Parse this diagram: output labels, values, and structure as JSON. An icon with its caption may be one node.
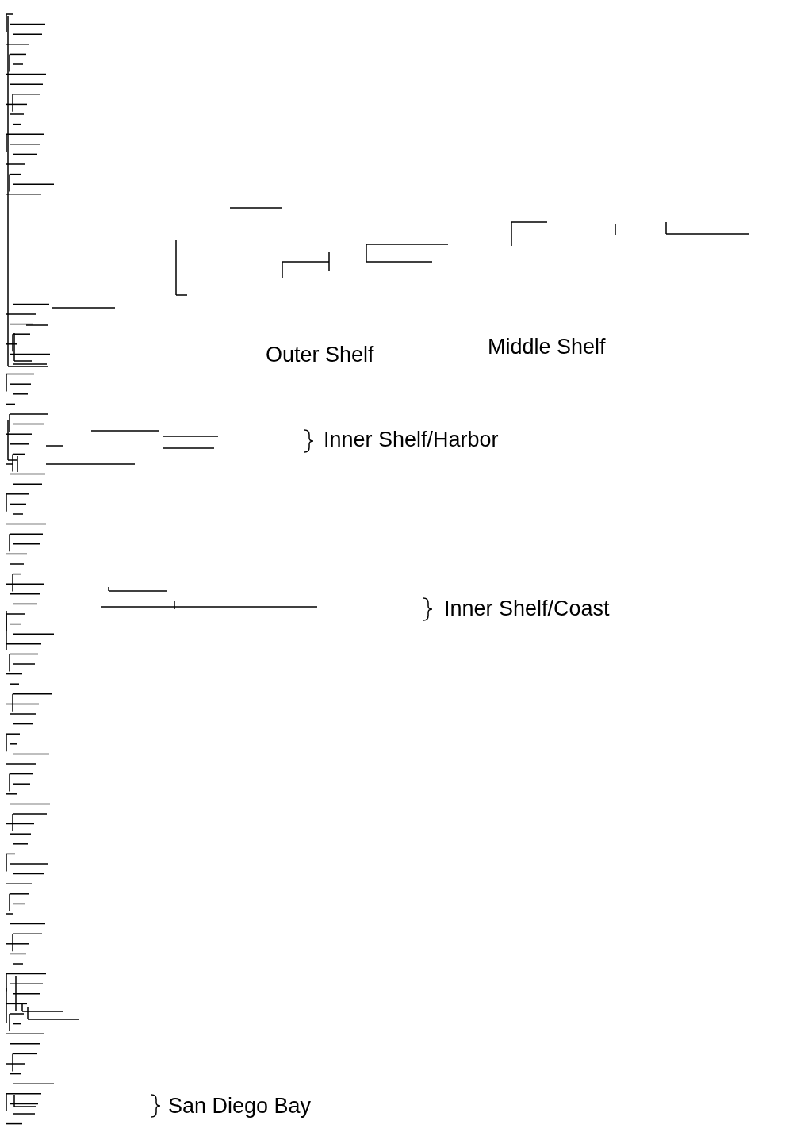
{
  "diagram": {
    "labels": [
      "Outer Shelf",
      "Middle Shelf",
      "Inner Shelf/Harbor",
      "Inner Shelf/Coast",
      "San Diego Bay"
    ]
  }
}
